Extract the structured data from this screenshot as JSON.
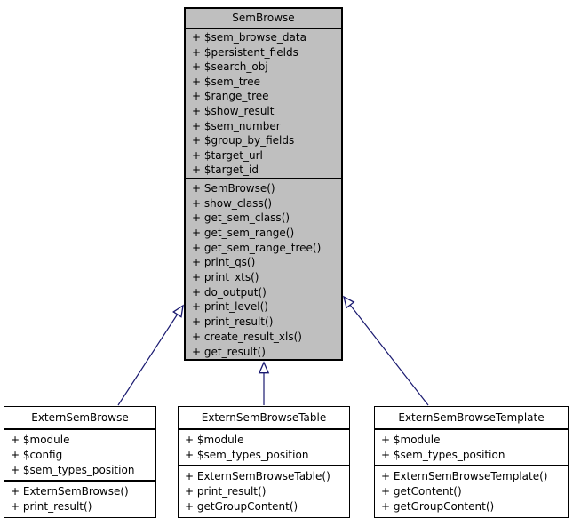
{
  "colors": {
    "base_class_fill": "#bfbfbf",
    "derived_class_fill": "#ffffff",
    "box_border": "#000000",
    "arrow_line": "#191970",
    "arrowhead_fill": "#ffffff"
  },
  "classes": [
    {
      "name": "SemBrowse",
      "fields": [
        "+ $sem_browse_data",
        "+ $persistent_fields",
        "+ $search_obj",
        "+ $sem_tree",
        "+ $range_tree",
        "+ $show_result",
        "+ $sem_number",
        "+ $group_by_fields",
        "+ $target_url",
        "+ $target_id"
      ],
      "methods": [
        "+ SemBrowse()",
        "+ show_class()",
        "+ get_sem_class()",
        "+ get_sem_range()",
        "+ get_sem_range_tree()",
        "+ print_qs()",
        "+ print_xts()",
        "+ do_output()",
        "+ print_level()",
        "+ print_result()",
        "+ create_result_xls()",
        "+ get_result()"
      ]
    },
    {
      "name": "ExternSemBrowse",
      "fields": [
        "+ $module",
        "+ $config",
        "+ $sem_types_position"
      ],
      "methods": [
        "+ ExternSemBrowse()",
        "+ print_result()"
      ]
    },
    {
      "name": "ExternSemBrowseTable",
      "fields": [
        "+ $module",
        "+ $sem_types_position"
      ],
      "methods": [
        "+ ExternSemBrowseTable()",
        "+ print_result()",
        "+ getGroupContent()"
      ]
    },
    {
      "name": "ExternSemBrowseTemplate",
      "fields": [
        "+ $module",
        "+ $sem_types_position"
      ],
      "methods": [
        "+ ExternSemBrowseTemplate()",
        "+ getContent()",
        "+ getGroupContent()"
      ]
    }
  ],
  "relations": [
    {
      "from": "ExternSemBrowse",
      "to": "SemBrowse",
      "type": "public-inheritance"
    },
    {
      "from": "ExternSemBrowseTable",
      "to": "SemBrowse",
      "type": "public-inheritance"
    },
    {
      "from": "ExternSemBrowseTemplate",
      "to": "SemBrowse",
      "type": "public-inheritance"
    }
  ]
}
